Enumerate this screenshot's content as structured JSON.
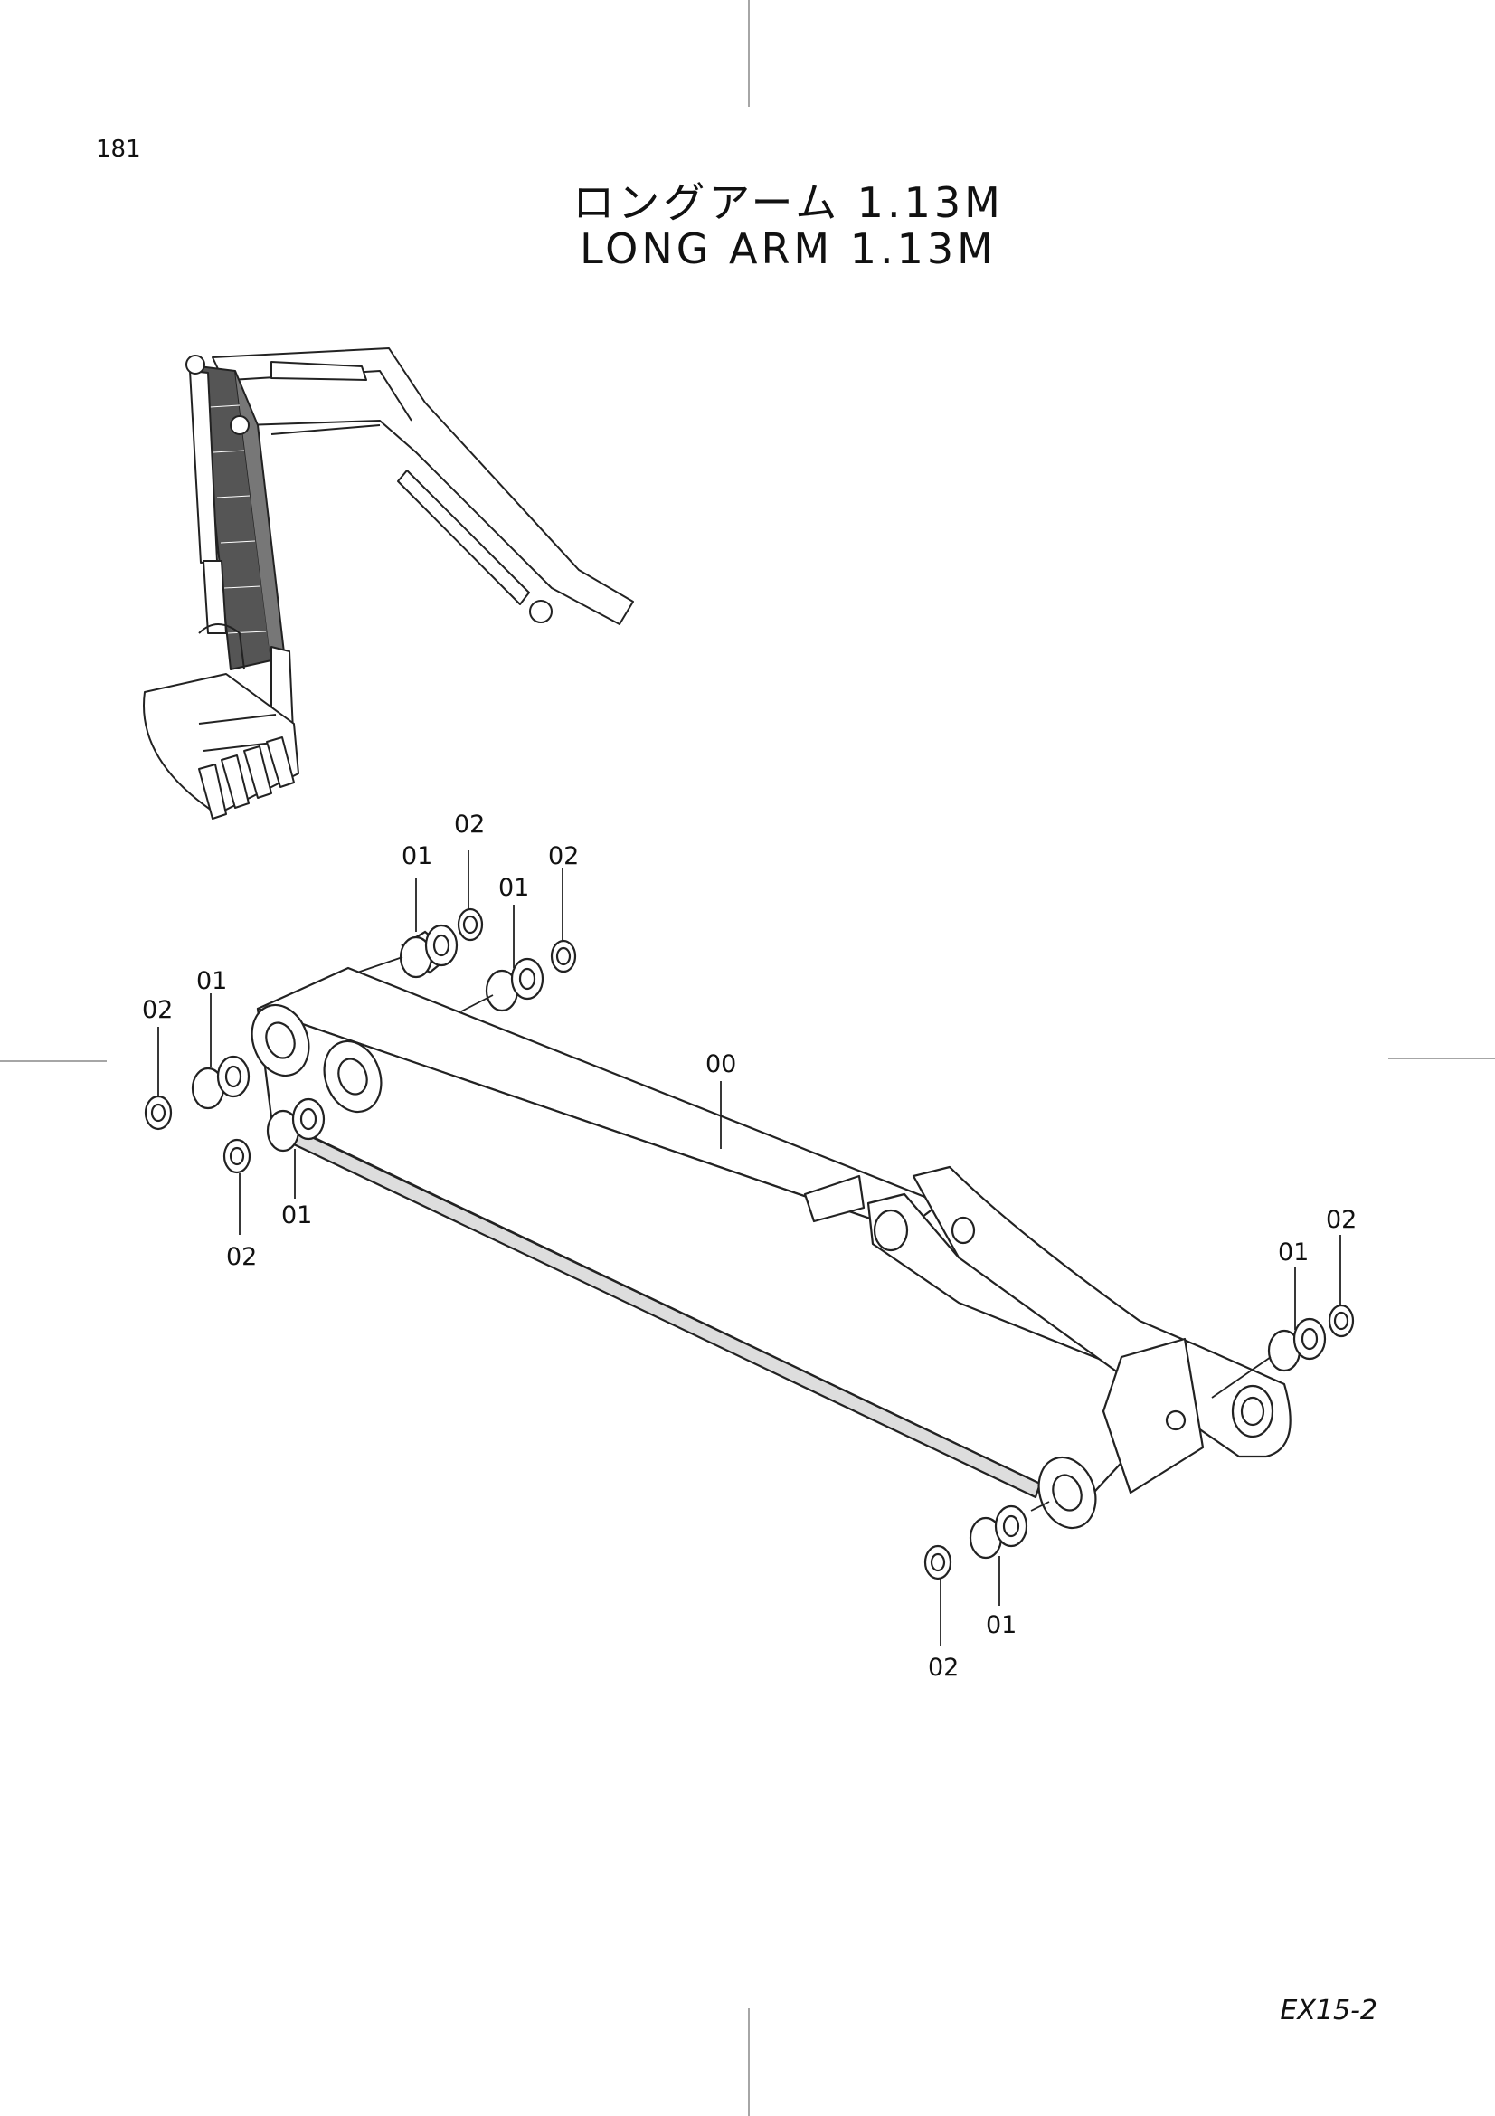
{
  "page": {
    "number": "181",
    "title_jp": "ロングアーム 1.13M",
    "title_en": "LONG ARM 1.13M",
    "doc_code": "EX15-2"
  },
  "callouts": {
    "arm": "00",
    "bushing": "01",
    "shim": "02"
  }
}
